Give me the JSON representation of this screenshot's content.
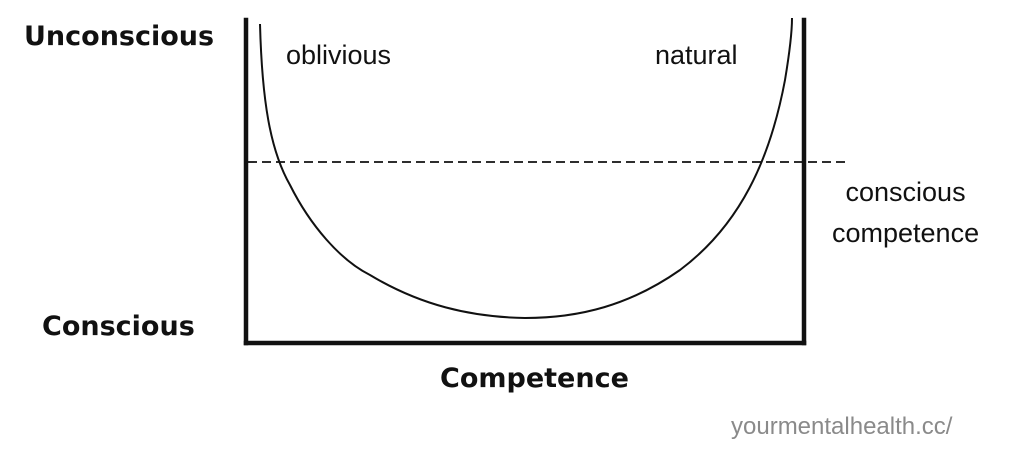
{
  "axis_labels": {
    "top": "Unconscious",
    "bottom": "Conscious",
    "x": "Competence"
  },
  "curve_labels": {
    "left": "oblivious",
    "right": "natural"
  },
  "threshold": {
    "line1": "conscious",
    "line2": "competence"
  },
  "footer": {
    "url": "yourmentalhealth.cc/"
  },
  "colors": {
    "ink": "#111111",
    "footer": "#8a8a8a"
  }
}
